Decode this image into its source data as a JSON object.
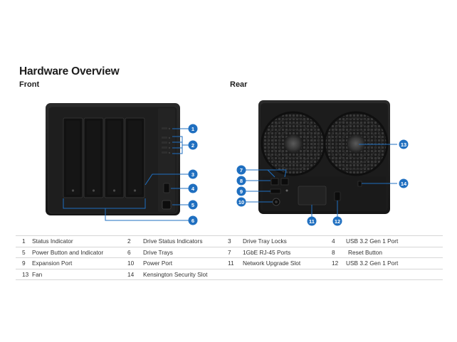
{
  "heading": "Hardware Overview",
  "front_label": "Front",
  "rear_label": "Rear",
  "callouts": [
    "1",
    "2",
    "3",
    "4",
    "5",
    "6",
    "7",
    "8",
    "9",
    "10",
    "11",
    "12",
    "13",
    "14"
  ],
  "colors": {
    "accent": "#1f6fc0",
    "device": "#1c1c1c",
    "tray": "#262626"
  },
  "legend": [
    [
      {
        "n": "1",
        "label": "Status Indicator"
      },
      {
        "n": "2",
        "label": "Drive Status Indicators"
      },
      {
        "n": "3",
        "label": "Drive Tray Locks"
      },
      {
        "n": "4",
        "label": "USB 3.2 Gen 1 Port"
      }
    ],
    [
      {
        "n": "5",
        "label": "Power Button and Indicator"
      },
      {
        "n": "6",
        "label": "Drive Trays"
      },
      {
        "n": "7",
        "label": "1GbE RJ-45 Ports"
      },
      {
        "n": "8",
        "label": "Reset Button"
      }
    ],
    [
      {
        "n": "9",
        "label": "Expansion Port"
      },
      {
        "n": "10",
        "label": "Power Port"
      },
      {
        "n": "11",
        "label": "Network Upgrade Slot"
      },
      {
        "n": "12",
        "label": "USB 3.2 Gen 1 Port"
      }
    ],
    [
      {
        "n": "13",
        "label": "Fan"
      },
      {
        "n": "14",
        "label": "Kensington Security Slot"
      },
      {
        "n": "",
        "label": ""
      },
      {
        "n": "",
        "label": ""
      }
    ]
  ]
}
